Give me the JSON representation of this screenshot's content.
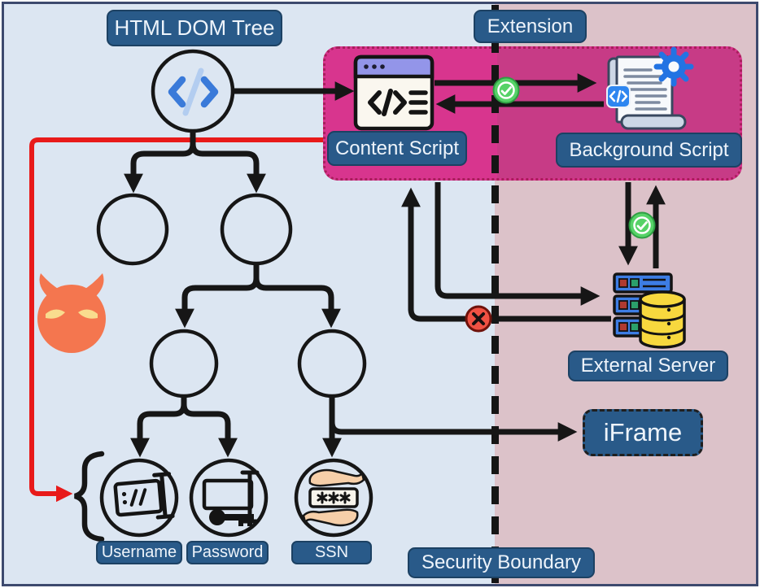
{
  "diagram": {
    "type": "browser-extension security architecture diagram",
    "regions": {
      "left": "HTML DOM tree (web page)",
      "right": "privileged / external side",
      "separator": "vertical dashed security boundary line"
    }
  },
  "labels": {
    "html_dom_tree": "HTML DOM Tree",
    "extension": "Extension",
    "content_script": "Content Script",
    "background_script": "Background Script",
    "external_server": "External Server",
    "iframe": "iFrame",
    "security_boundary": "Security Boundary",
    "username": "Username",
    "password": "Password",
    "ssn": "SSN"
  },
  "icons": {
    "root_code_icon": "blue </> code glyph in root DOM node circle",
    "content_script_window_icon": "browser window with purple title bar, dots and </>≡ code",
    "background_script_scroll_icon": "script scroll with text lines, blue gear and blue </> badge",
    "external_server_icon": "blue server rack stack with yellow database cylinder",
    "devil_icon": "orange devil face with horns and angry yellow eyes",
    "username_input_icon": "text input field with :// and I-beam cursor",
    "password_input_icon": "input field with I-beam cursor and black key",
    "ssn_privacy_icon": "two hands sheltering a *** masked value",
    "allowed_check_icon": "green circle with white check mark (x2)",
    "blocked_x_icon": "red circle with black X"
  },
  "flow_markers": {
    "content_script_to_background_script": "allowed (green check)",
    "background_script_to_external_server": "allowed (green check)",
    "content_script_to_external_server_direct": "blocked (red x)"
  },
  "colors": {
    "left_background": "#dce6f2",
    "right_background": "#dcc2c9",
    "frame_border": "#3d4a6e",
    "label_background": "#295a89",
    "label_text": "#eef4fb",
    "extension_box": "#d8358e",
    "extension_box_border": "#a81f5c",
    "line_black": "#161616",
    "attack_line_red": "#e81a1a",
    "allowed_green": "#56d267",
    "blocked_red": "#ef5143"
  }
}
